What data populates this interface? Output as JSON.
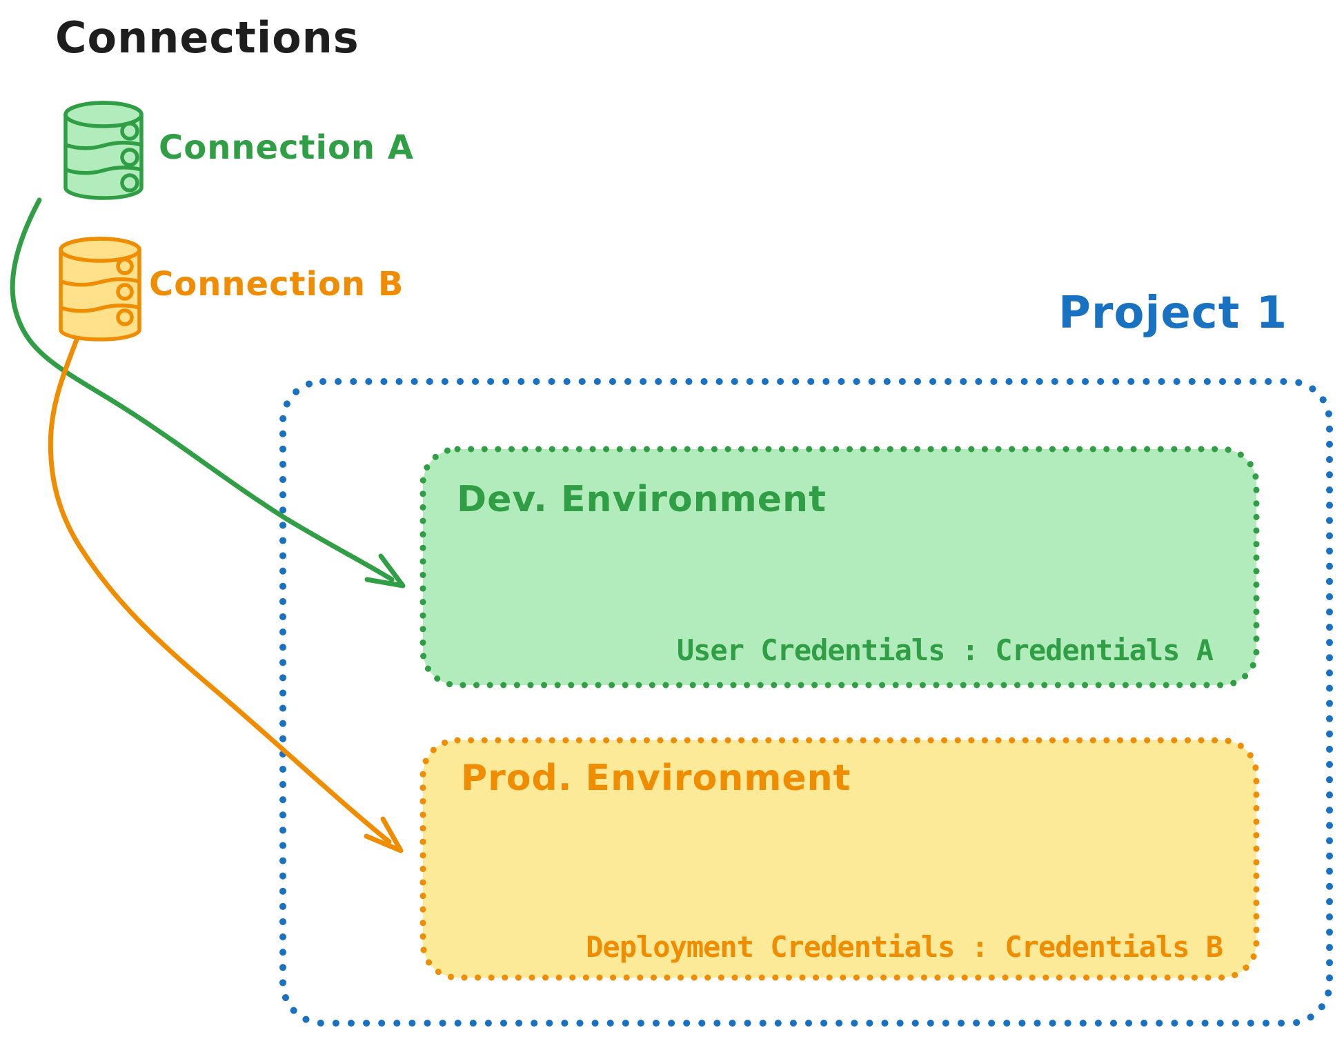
{
  "title": "Connections",
  "connections": {
    "a": {
      "label": "Connection A"
    },
    "b": {
      "label": "Connection B"
    }
  },
  "project": {
    "label": "Project 1",
    "dev": {
      "name": "Dev. Environment",
      "credentials": "User Credentials : Credentials A"
    },
    "prod": {
      "name": "Prod. Environment",
      "credentials": "Deployment Credentials : Credentials B"
    }
  },
  "colors": {
    "ink": "#1e1e1e",
    "green": "#2f9e44",
    "green_fill": "#b3ecbc",
    "orange": "#f08c00",
    "orange_cylinder_fill": "#ffe18c",
    "yellow_fill": "#fcea99",
    "blue": "#1971c2",
    "background": "#ffffff"
  }
}
